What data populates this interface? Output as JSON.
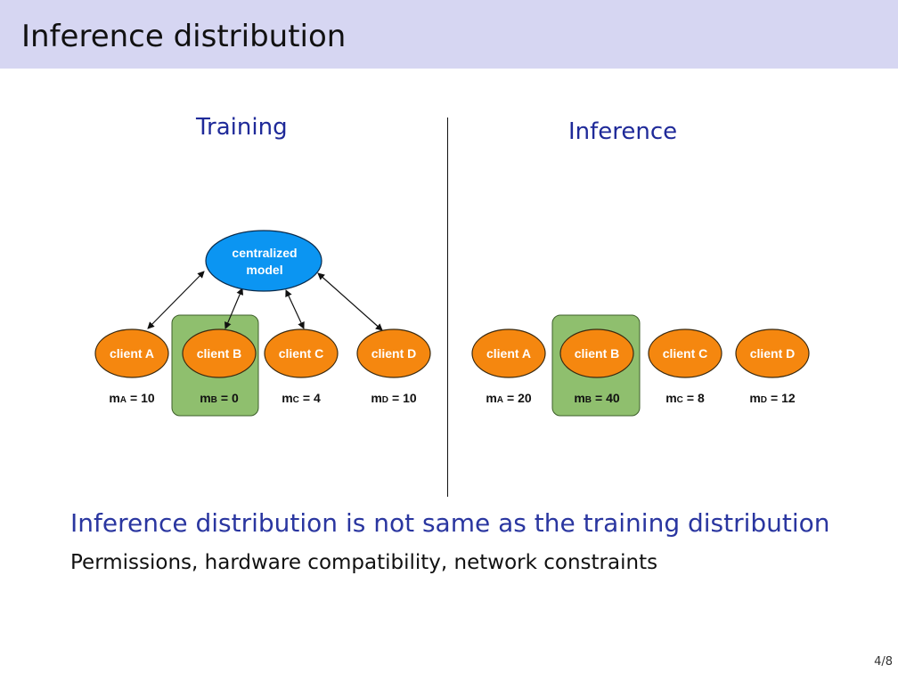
{
  "slide": {
    "title": "Inference distribution",
    "page_number": "4/8"
  },
  "training": {
    "heading": "Training",
    "center_node": {
      "line1": "centralized",
      "line2": "model"
    },
    "clients": [
      {
        "label": "client A",
        "var": "m",
        "sub": "A",
        "value": "= 10"
      },
      {
        "label": "client B",
        "var": "m",
        "sub": "B",
        "value": "= 0"
      },
      {
        "label": "client C",
        "var": "m",
        "sub": "C",
        "value": "= 4"
      },
      {
        "label": "client D",
        "var": "m",
        "sub": "D",
        "value": "= 10"
      }
    ],
    "highlighted_client": "client B"
  },
  "inference": {
    "heading": "Inference",
    "clients": [
      {
        "label": "client A",
        "var": "m",
        "sub": "A",
        "value": "= 20"
      },
      {
        "label": "client B",
        "var": "m",
        "sub": "B",
        "value": "= 40"
      },
      {
        "label": "client C",
        "var": "m",
        "sub": "C",
        "value": "= 8"
      },
      {
        "label": "client D",
        "var": "m",
        "sub": "D",
        "value": "= 12"
      }
    ],
    "highlighted_client": "client B"
  },
  "text": {
    "headline": "Inference distribution is not same as the training distribution",
    "subline": "Permissions, hardware compatibility, network constraints"
  },
  "colors": {
    "title_bar": "#d6d6f2",
    "heading": "#1f2a99",
    "client_fill": "#f5870f",
    "client_stroke": "#3a2a10",
    "center_fill": "#0b95f2",
    "highlight_fill": "#8fbf6e",
    "highlight_stroke": "#3d5f2a"
  },
  "icons": {
    "arrow": "double-headed-arrow"
  }
}
